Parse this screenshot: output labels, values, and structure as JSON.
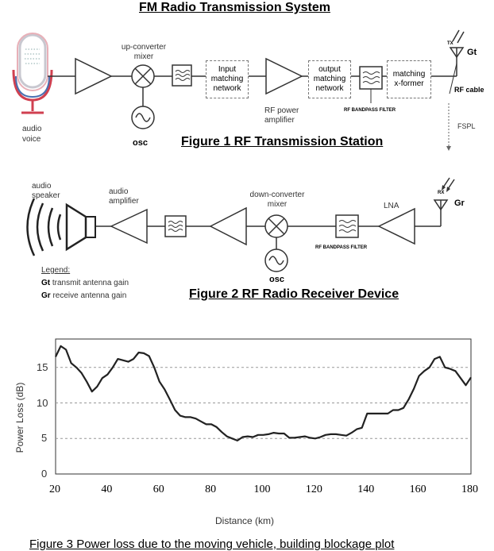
{
  "main_title": "FM Radio Transmission System",
  "fig1": {
    "caption": "Figure 1 RF Transmission Station",
    "audio_label_1": "audio",
    "audio_label_2": "voice",
    "upconv_1": "up-converter",
    "upconv_2": "mixer",
    "osc": "osc",
    "input_match_1": "Input",
    "input_match_2": "matching",
    "input_match_3": "network",
    "rf_amp_1": "RF power",
    "rf_amp_2": "amplifier",
    "output_match_1": "output",
    "output_match_2": "matching",
    "output_match_3": "network",
    "bandpass": "RF BANDPASS FILTER",
    "xformer_1": "matching",
    "xformer_2": "x-former",
    "tx": "TX",
    "gt": "Gt",
    "rf_cable": "RF cable",
    "fspl": "FSPL"
  },
  "fig2": {
    "caption": "Figure 2 RF Radio Receiver Device",
    "speaker_1": "audio",
    "speaker_2": "speaker",
    "amp_1": "audio",
    "amp_2": "amplifier",
    "downconv_1": "down-converter",
    "downconv_2": "mixer",
    "lna": "LNA",
    "rx": "RX",
    "gr": "Gr",
    "bandpass": "RF BANDPASS FILTER",
    "osc": "osc"
  },
  "legend": {
    "title": "Legend:",
    "gt_sym": "Gt",
    "gt_text": "transmit antenna gain",
    "gr_sym": "Gr",
    "gr_text": "receive antenna gain"
  },
  "chart_data": {
    "type": "line",
    "title": "Figure 3 Power loss due to the moving vehicle, building blockage plot",
    "xlabel": "Distance (km)",
    "ylabel": "Power Loss (dB)",
    "xlim": [
      20,
      180
    ],
    "ylim": [
      0,
      19
    ],
    "xticks": [
      20,
      40,
      60,
      80,
      100,
      120,
      140,
      160,
      180
    ],
    "yticks": [
      0,
      5,
      10,
      15
    ],
    "grid": "horizontal dashed",
    "x": [
      20,
      22,
      24,
      26,
      28,
      30,
      32,
      34,
      36,
      38,
      40,
      42,
      44,
      46,
      48,
      50,
      52,
      54,
      56,
      58,
      60,
      62,
      64,
      66,
      68,
      70,
      72,
      74,
      76,
      78,
      80,
      82,
      84,
      86,
      88,
      90,
      92,
      94,
      96,
      98,
      100,
      102,
      104,
      106,
      108,
      110,
      112,
      114,
      116,
      118,
      120,
      122,
      124,
      126,
      128,
      130,
      132,
      134,
      136,
      138,
      140,
      142,
      144,
      146,
      148,
      150,
      152,
      154,
      156,
      158,
      160,
      162,
      164,
      166,
      168,
      170,
      172,
      174,
      176,
      178,
      180
    ],
    "y": [
      16.5,
      18,
      17.5,
      15.6,
      15,
      14.2,
      13,
      11.6,
      12.3,
      13.5,
      14,
      15,
      16.2,
      16,
      15.8,
      16.2,
      17.1,
      17,
      16.6,
      15,
      13,
      11.9,
      10.5,
      9,
      8.2,
      8,
      8,
      7.8,
      7.4,
      7,
      7,
      6.6,
      5.9,
      5.3,
      5,
      4.7,
      5.2,
      5.3,
      5.2,
      5.5,
      5.5,
      5.6,
      5.8,
      5.7,
      5.7,
      5.1,
      5.1,
      5.2,
      5.3,
      5.1,
      5,
      5.2,
      5.5,
      5.6,
      5.6,
      5.5,
      5.4,
      5.8,
      6.3,
      6.5,
      8.5,
      8.5,
      8.5,
      8.5,
      8.5,
      9,
      9,
      9.3,
      10.5,
      12,
      13.8,
      14.5,
      15,
      16.2,
      16.5,
      15,
      14.8,
      14.5,
      13.5,
      12.5,
      13.6
    ]
  }
}
